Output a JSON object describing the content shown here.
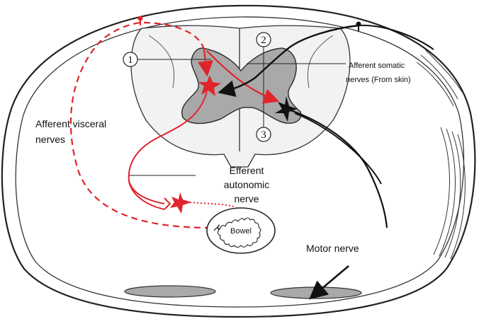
{
  "labels": {
    "afferent_somatic_line1": "Afferent somatic",
    "afferent_somatic_line2": "nerves  (From skin)",
    "afferent_visceral_line1": "Afferent visceral",
    "afferent_visceral_line2": "nerves",
    "efferent_autonomic_line1": "Efferent",
    "efferent_autonomic_line2": "autonomic",
    "efferent_autonomic_line3": "nerve",
    "bowel": "Bowel",
    "motor_nerve": "Motor nerve",
    "marker_1": "1",
    "marker_2": "2",
    "marker_3": "3"
  },
  "colors": {
    "visceral": "#e0242b",
    "somatic": "#111111",
    "gray_matter": "#a9a9a9",
    "outline": "#222222"
  }
}
